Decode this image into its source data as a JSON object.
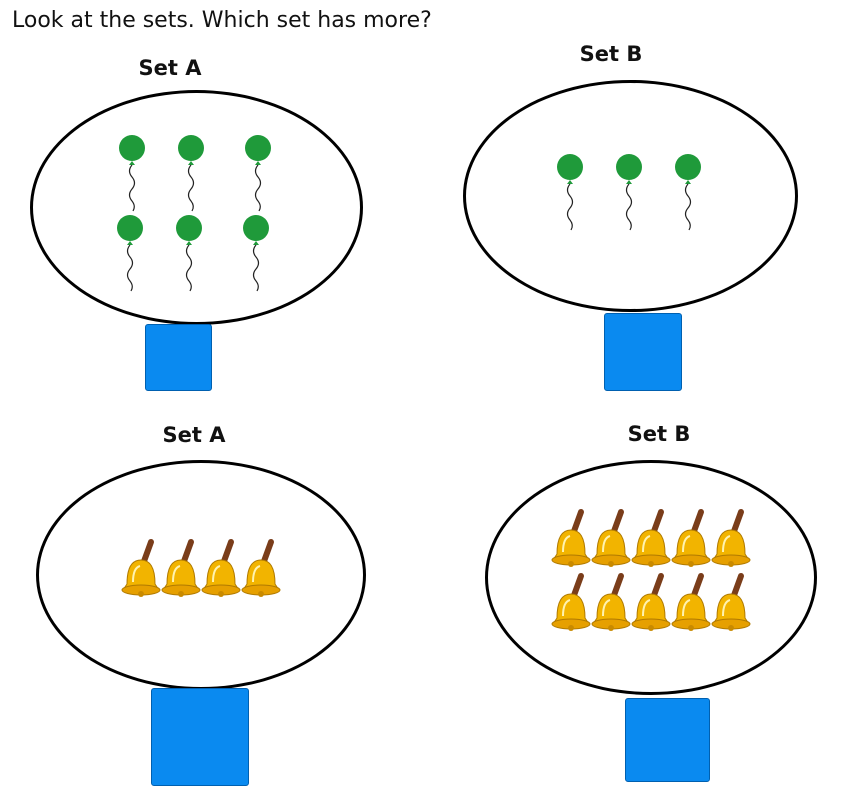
{
  "question": "Look at the sets. Which set has more?",
  "groups": [
    {
      "set_a": {
        "label": "Set A",
        "item": "balloon-icon",
        "count": 6,
        "answer_box_color": "#0a8af0"
      },
      "set_b": {
        "label": "Set B",
        "item": "balloon-icon",
        "count": 3,
        "answer_box_color": "#0a8af0"
      }
    },
    {
      "set_a": {
        "label": "Set A",
        "item": "bell-icon",
        "count": 4,
        "answer_box_color": "#0a8af0"
      },
      "set_b": {
        "label": "Set B",
        "item": "bell-icon",
        "count": 10,
        "answer_box_color": "#0a8af0"
      }
    }
  ],
  "colors": {
    "balloon": "#1f9a3a",
    "bell": "#f2b400",
    "answer_box": "#0a8af0"
  }
}
